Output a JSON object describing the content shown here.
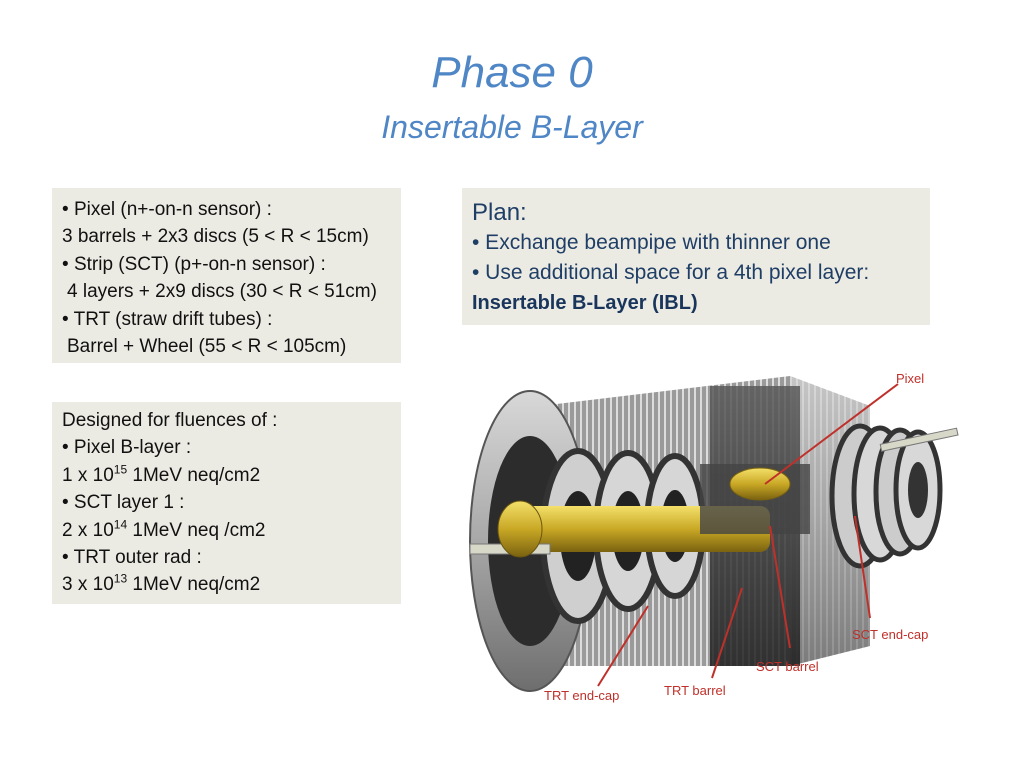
{
  "slide": {
    "title": "Phase 0",
    "subtitle": "Insertable B-Layer"
  },
  "box_detectors": {
    "lines": [
      {
        "bullet": "•",
        "text": "Pixel (n+-on-n sensor) :"
      },
      {
        "bullet": "",
        "text": "3 barrels + 2x3 discs (5 < R < 15cm)"
      },
      {
        "bullet": "•",
        "text": "Strip (SCT) (p+-on-n sensor) :"
      },
      {
        "bullet": "",
        "text": "4 layers + 2x9 discs (30 < R < 51cm)"
      },
      {
        "bullet": "•",
        "text": "TRT (straw drift tubes) :"
      },
      {
        "bullet": "",
        "text": "Barrel + Wheel (55 < R < 105cm)"
      }
    ]
  },
  "box_fluences": {
    "heading": "Designed for fluences of :",
    "items": [
      {
        "label": "• Pixel B-layer :",
        "base": "1 x 10",
        "exp": "15",
        "unit": "1MeV neq/cm2"
      },
      {
        "label": "• SCT layer 1 :",
        "base": "2 x 10",
        "exp": "14",
        "unit": "1MeV neq /cm2"
      },
      {
        "label": "• TRT outer rad :",
        "base": "3 x 10",
        "exp": "13",
        "unit": "1MeV neq/cm2"
      }
    ]
  },
  "box_plan": {
    "heading": "Plan:",
    "bullet1": "• Exchange beampipe with thinner one",
    "bullet2": "• Use additional space for a 4th pixel layer:",
    "highlight": "Insertable B-Layer (IBL)"
  },
  "diagram": {
    "labels": {
      "pixel": "Pixel",
      "sct_endcap": "SCT end-cap",
      "sct_barrel": "SCT barrel",
      "trt_barrel": "TRT barrel",
      "trt_endcap": "TRT end-cap"
    },
    "colors": {
      "label": "#c0302a",
      "beampipe": "#d9c23a",
      "structure": "#3a3a3a",
      "frame": "#b8b8b8"
    }
  }
}
